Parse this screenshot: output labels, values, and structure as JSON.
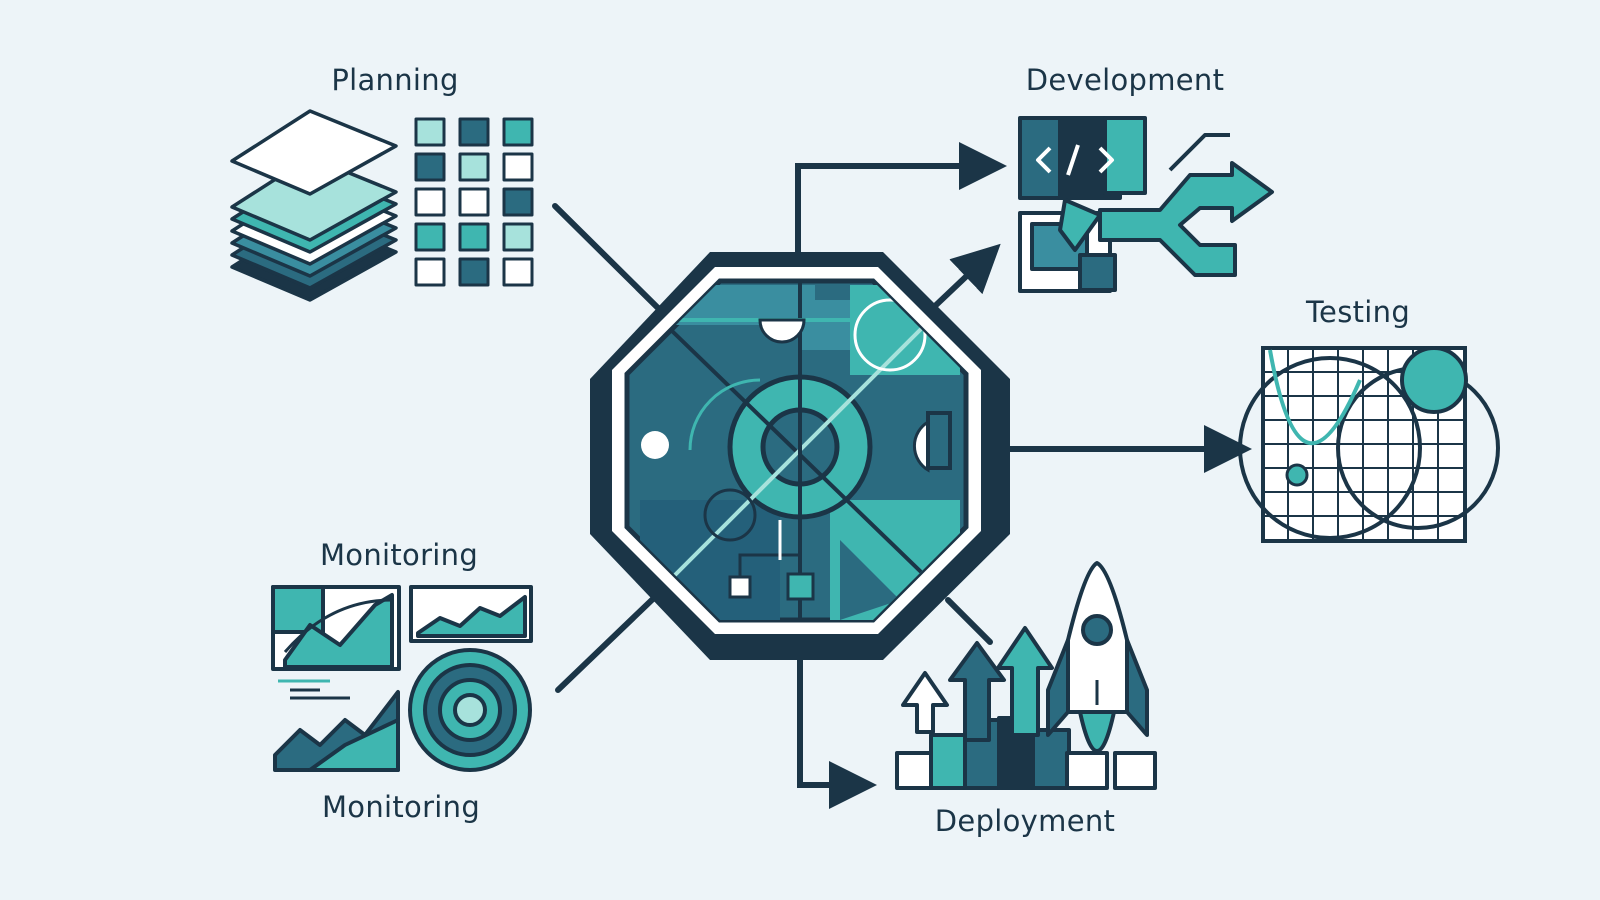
{
  "labels": {
    "planning": "Planning",
    "development": "Development",
    "testing": "Testing",
    "monitoring_top": "Monitoring",
    "monitoring_bottom": "Monitoring",
    "deployment": "Deployment"
  },
  "icons": {
    "hub": "octagon-circuit-icon",
    "planning": "stacked-layers-grid-icon",
    "development": "code-branch-icon",
    "testing": "grid-circles-icon",
    "monitoring": "dashboard-charts-icon",
    "deployment": "rocket-arrows-icon"
  },
  "colors": {
    "background": "#edf4f8",
    "navy": "#1b3547",
    "teal_dark": "#2b6b80",
    "teal": "#3fb6b0",
    "teal_light": "#a7e2dc",
    "white": "#ffffff"
  }
}
